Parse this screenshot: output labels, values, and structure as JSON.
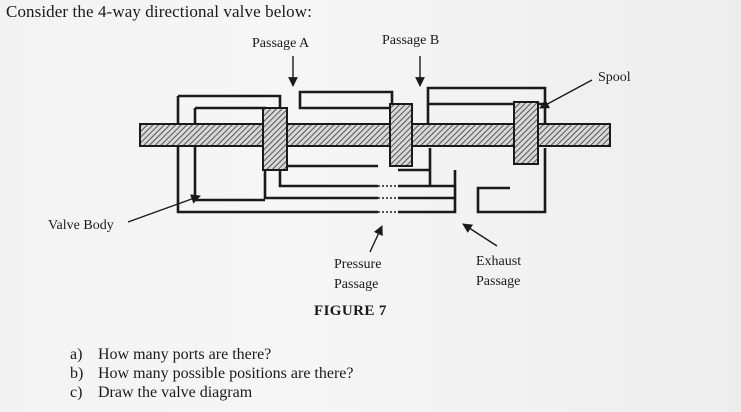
{
  "intro": "Consider the 4-way directional valve below:",
  "labels": {
    "passage_a": "Passage A",
    "passage_b": "Passage B",
    "spool": "Spool",
    "valve_body": "Valve Body",
    "pressure_line1": "Pressure",
    "pressure_line2": "Passage",
    "exhaust_line1": "Exhaust",
    "exhaust_line2": "Passage"
  },
  "caption": "FIGURE 7",
  "questions": [
    {
      "marker": "a)",
      "text": "How many ports are there?"
    },
    {
      "marker": "b)",
      "text": "How many possible positions are there?"
    },
    {
      "marker": "c)",
      "text": "Draw the valve diagram"
    }
  ]
}
